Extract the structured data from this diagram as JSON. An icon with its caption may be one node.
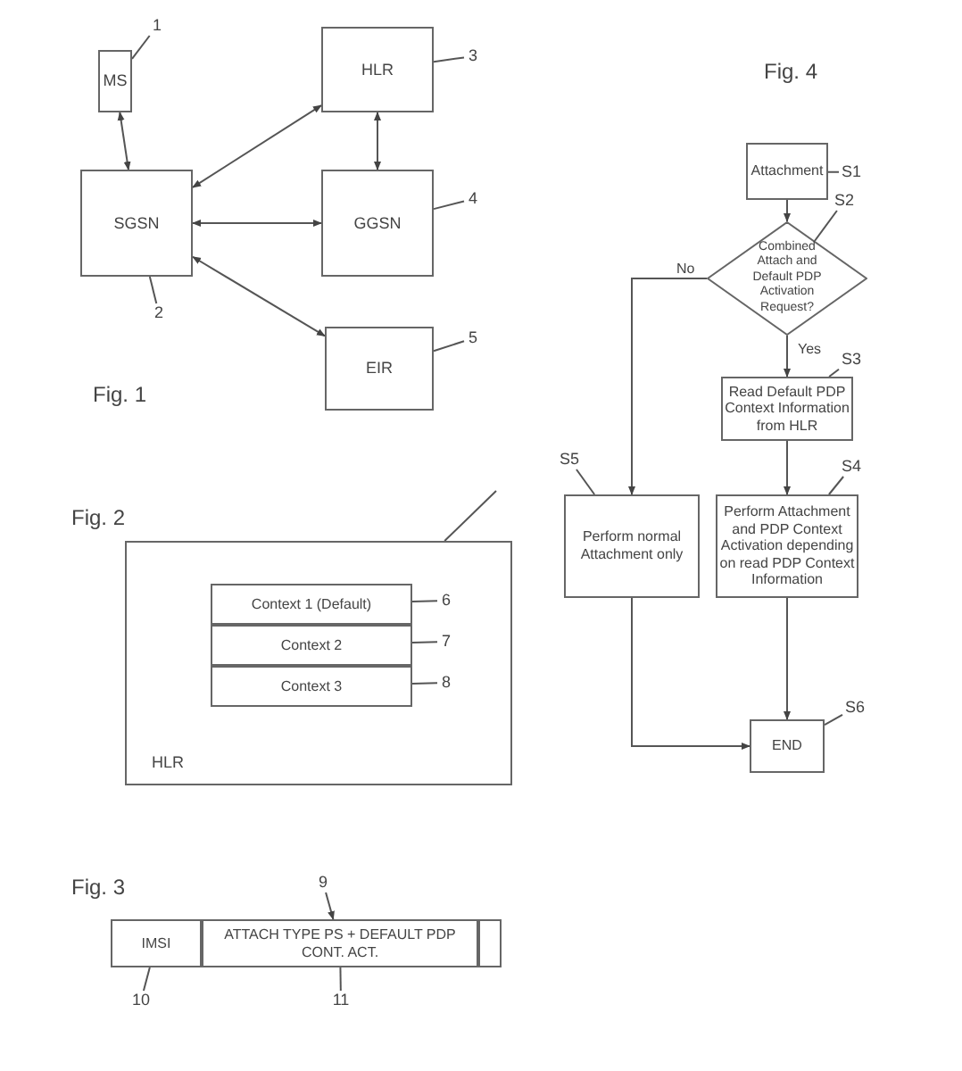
{
  "diagram": {
    "nodes": [
      {
        "text": [
          "MS"
        ]
      },
      {
        "text": [
          "SGSN"
        ]
      },
      {
        "text": [
          "HLR"
        ]
      },
      {
        "text": [
          "GGSN"
        ]
      },
      {
        "text": [
          "EIR"
        ]
      },
      {
        "text": [
          "1"
        ]
      },
      {
        "text": [
          "2"
        ]
      },
      {
        "text": [
          "3"
        ]
      },
      {
        "text": [
          "4"
        ]
      },
      {
        "text": [
          "5"
        ]
      },
      {
        "text": [
          "HLR"
        ]
      },
      {
        "text": [
          "Context 1 (Default)"
        ],
        "in": 10
      },
      {
        "text": [
          "Context 2"
        ],
        "in": 10
      },
      {
        "text": [
          "Context 3"
        ],
        "in": 10
      },
      {
        "text": [
          "6"
        ],
        "in": 10
      },
      {
        "text": [
          "7"
        ],
        "in": 10
      },
      {
        "text": [
          "8"
        ],
        "in": 10
      },
      {
        "text": [
          "IMSI"
        ]
      },
      {
        "text": [
          "ATTACH TYPE PS + DEFAULT PDP CONT. ACT."
        ]
      },
      {
        "text": [],
        "shape": "box"
      },
      {
        "text": [
          "9"
        ]
      },
      {
        "text": [
          "10"
        ]
      },
      {
        "text": [
          "11"
        ]
      },
      {
        "text": [
          "Attachment"
        ]
      },
      {
        "text": [
          "Combined Attach and Default PDP Activation Request?"
        ]
      },
      {
        "text": [
          "Read Default PDP Context Information from HLR"
        ]
      },
      {
        "text": [
          "Perform normal Attachment only"
        ]
      },
      {
        "text": [
          "Perform Attachment and PDP Context Activation depending on read PDP Context Information"
        ]
      },
      {
        "text": [
          "END"
        ]
      },
      {
        "text": [
          "S1"
        ]
      },
      {
        "text": [
          "S2"
        ]
      },
      {
        "text": [
          "S3"
        ]
      },
      {
        "text": [
          "S4"
        ]
      },
      {
        "text": [
          "S5"
        ]
      },
      {
        "text": [
          "S6"
        ]
      }
    ],
    "edges": [
      {
        "from": 0,
        "to": 1,
        "arrow": "both"
      },
      {
        "from": 1,
        "to": 2,
        "arrow": "both"
      },
      {
        "from": 2,
        "to": 3,
        "arrow": "both"
      },
      {
        "from": 1,
        "to": 3,
        "arrow": "both"
      },
      {
        "from": 1,
        "to": 4,
        "arrow": "both"
      },
      {
        "from": 5,
        "to": 0,
        "arrow": "none"
      },
      {
        "from": 6,
        "to": 1,
        "arrow": "none"
      },
      {
        "from": 7,
        "to": 2,
        "arrow": "none"
      },
      {
        "from": 8,
        "to": 3,
        "arrow": "none"
      },
      {
        "from": 9,
        "to": 4,
        "arrow": "none"
      },
      {
        "from": null,
        "to": 10,
        "arrow": "none"
      },
      {
        "from": 14,
        "to": 11,
        "arrow": "none"
      },
      {
        "from": 15,
        "to": 12,
        "arrow": "none"
      },
      {
        "from": 16,
        "to": 13,
        "arrow": "none"
      },
      {
        "from": 20,
        "to": 18,
        "arrow": "to"
      },
      {
        "from": 21,
        "to": 17,
        "arrow": "none"
      },
      {
        "from": 22,
        "to": 18,
        "arrow": "none"
      },
      {
        "from": 23,
        "to": 24,
        "arrow": "to"
      },
      {
        "from": 24,
        "to": 25,
        "label": "Yes",
        "arrow": "to"
      },
      {
        "from": 24,
        "to": 26,
        "label": "No",
        "arrow": "to"
      },
      {
        "from": 25,
        "to": 27,
        "arrow": "to"
      },
      {
        "from": 26,
        "to": 28,
        "arrow": "to"
      },
      {
        "from": 27,
        "to": 28,
        "arrow": "to"
      },
      {
        "from": 29,
        "to": 23,
        "arrow": "none"
      },
      {
        "from": 30,
        "to": 24,
        "arrow": "none"
      },
      {
        "from": 31,
        "to": 25,
        "arrow": "none"
      },
      {
        "from": 32,
        "to": 27,
        "arrow": "none"
      },
      {
        "from": 33,
        "to": 26,
        "arrow": "none"
      },
      {
        "from": 34,
        "to": 28,
        "arrow": "none"
      }
    ],
    "labels": [
      "Fig. 4",
      "Fig. 1",
      "Fig. 2",
      "Fig. 3"
    ]
  }
}
